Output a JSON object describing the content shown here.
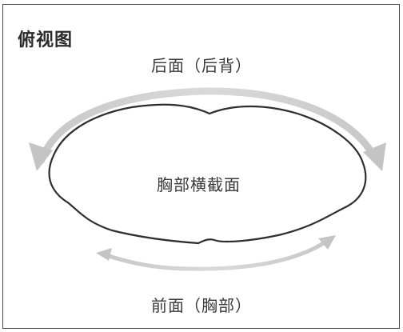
{
  "diagram": {
    "title": "俯视图",
    "back_label": "后面（后背）",
    "center_label": "胸部横截面",
    "front_label": "前面（胸部）",
    "colors": {
      "outline": "#2e2e2e",
      "arrow": "#bdbdbd",
      "frame": "#4a4a4a"
    }
  }
}
